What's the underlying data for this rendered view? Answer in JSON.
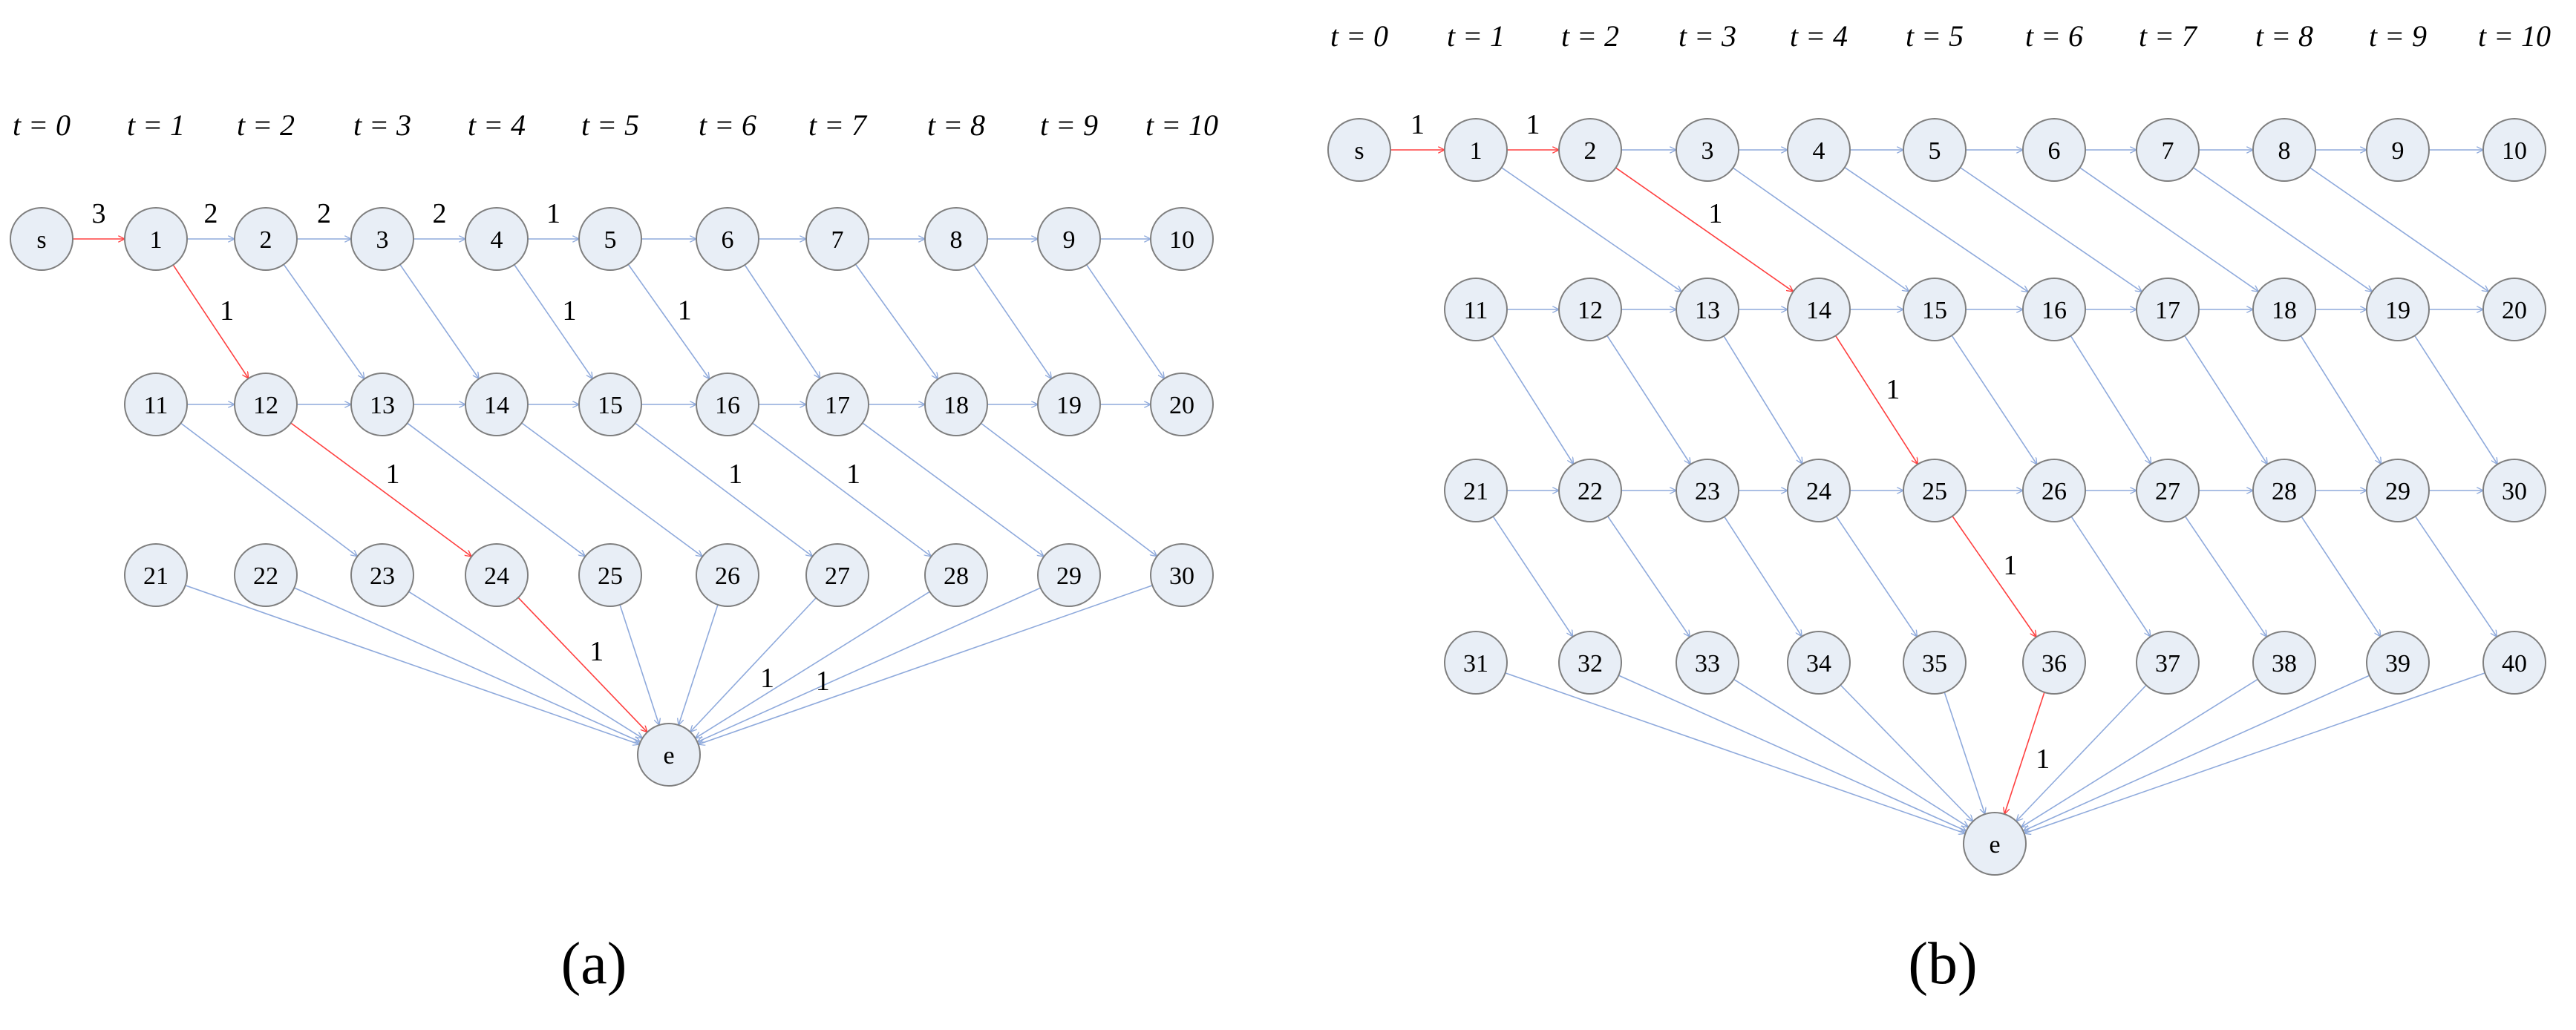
{
  "colors": {
    "edge": "#8faadc",
    "path": "#ff4040",
    "node_fill": "#e8eef6",
    "node_stroke": "#7f7f7f"
  },
  "panels": [
    {
      "label": "(a)",
      "time_labels": [
        "t = 0",
        "t = 1",
        "t = 2",
        "t = 3",
        "t = 4",
        "t = 5",
        "t = 6",
        "t = 7",
        "t = 8",
        "t = 9",
        "t = 10"
      ],
      "rows": [
        [
          "s",
          "1",
          "2",
          "3",
          "4",
          "5",
          "6",
          "7",
          "8",
          "9",
          "10"
        ],
        [
          "",
          "11",
          "12",
          "13",
          "14",
          "15",
          "16",
          "17",
          "18",
          "19",
          "20"
        ],
        [
          "",
          "21",
          "22",
          "23",
          "24",
          "25",
          "26",
          "27",
          "28",
          "29",
          "30"
        ]
      ],
      "end_label": "e",
      "edges": [
        [
          "s",
          "1",
          true,
          "3"
        ],
        [
          "1",
          "2",
          false,
          "2"
        ],
        [
          "2",
          "3",
          false,
          "2"
        ],
        [
          "3",
          "4",
          false,
          "2"
        ],
        [
          "4",
          "5",
          false,
          "1"
        ],
        [
          "5",
          "6",
          false,
          ""
        ],
        [
          "6",
          "7",
          false,
          ""
        ],
        [
          "7",
          "8",
          false,
          ""
        ],
        [
          "8",
          "9",
          false,
          ""
        ],
        [
          "9",
          "10",
          false,
          ""
        ],
        [
          "11",
          "12",
          false,
          ""
        ],
        [
          "12",
          "13",
          false,
          ""
        ],
        [
          "13",
          "14",
          false,
          ""
        ],
        [
          "14",
          "15",
          false,
          ""
        ],
        [
          "15",
          "16",
          false,
          ""
        ],
        [
          "16",
          "17",
          false,
          ""
        ],
        [
          "17",
          "18",
          false,
          ""
        ],
        [
          "18",
          "19",
          false,
          ""
        ],
        [
          "19",
          "20",
          false,
          ""
        ],
        [
          "1",
          "12",
          true,
          "1"
        ],
        [
          "2",
          "13",
          false,
          ""
        ],
        [
          "3",
          "14",
          false,
          ""
        ],
        [
          "4",
          "15",
          false,
          "1"
        ],
        [
          "5",
          "16",
          false,
          "1"
        ],
        [
          "6",
          "17",
          false,
          ""
        ],
        [
          "7",
          "18",
          false,
          ""
        ],
        [
          "8",
          "19",
          false,
          ""
        ],
        [
          "9",
          "20",
          false,
          ""
        ],
        [
          "11",
          "23",
          false,
          ""
        ],
        [
          "12",
          "24",
          true,
          "1"
        ],
        [
          "13",
          "25",
          false,
          ""
        ],
        [
          "14",
          "26",
          false,
          ""
        ],
        [
          "15",
          "27",
          false,
          "1"
        ],
        [
          "16",
          "28",
          false,
          "1"
        ],
        [
          "17",
          "29",
          false,
          ""
        ],
        [
          "18",
          "30",
          false,
          ""
        ],
        [
          "21",
          "e",
          false,
          ""
        ],
        [
          "22",
          "e",
          false,
          ""
        ],
        [
          "23",
          "e",
          false,
          ""
        ],
        [
          "24",
          "e",
          true,
          "1"
        ],
        [
          "25",
          "e",
          false,
          ""
        ],
        [
          "26",
          "e",
          false,
          ""
        ],
        [
          "27",
          "e",
          false,
          "1"
        ],
        [
          "28",
          "e",
          false,
          "1"
        ],
        [
          "29",
          "e",
          false,
          ""
        ],
        [
          "30",
          "e",
          false,
          ""
        ]
      ]
    },
    {
      "label": "(b)",
      "time_labels": [
        "t = 0",
        "t = 1",
        "t = 2",
        "t = 3",
        "t = 4",
        "t = 5",
        "t = 6",
        "t = 7",
        "t = 8",
        "t = 9",
        "t = 10"
      ],
      "rows": [
        [
          "s",
          "1",
          "2",
          "3",
          "4",
          "5",
          "6",
          "7",
          "8",
          "9",
          "10"
        ],
        [
          "",
          "11",
          "12",
          "13",
          "14",
          "15",
          "16",
          "17",
          "18",
          "19",
          "20"
        ],
        [
          "",
          "21",
          "22",
          "23",
          "24",
          "25",
          "26",
          "27",
          "28",
          "29",
          "30"
        ],
        [
          "",
          "31",
          "32",
          "33",
          "34",
          "35",
          "36",
          "37",
          "38",
          "39",
          "40"
        ]
      ],
      "end_label": "e",
      "edges": [
        [
          "s",
          "1",
          true,
          "1"
        ],
        [
          "1",
          "2",
          true,
          "1"
        ],
        [
          "2",
          "3",
          false,
          ""
        ],
        [
          "3",
          "4",
          false,
          ""
        ],
        [
          "4",
          "5",
          false,
          ""
        ],
        [
          "5",
          "6",
          false,
          ""
        ],
        [
          "6",
          "7",
          false,
          ""
        ],
        [
          "7",
          "8",
          false,
          ""
        ],
        [
          "8",
          "9",
          false,
          ""
        ],
        [
          "9",
          "10",
          false,
          ""
        ],
        [
          "11",
          "12",
          false,
          ""
        ],
        [
          "12",
          "13",
          false,
          ""
        ],
        [
          "13",
          "14",
          false,
          ""
        ],
        [
          "14",
          "15",
          false,
          ""
        ],
        [
          "15",
          "16",
          false,
          ""
        ],
        [
          "16",
          "17",
          false,
          ""
        ],
        [
          "17",
          "18",
          false,
          ""
        ],
        [
          "18",
          "19",
          false,
          ""
        ],
        [
          "19",
          "20",
          false,
          ""
        ],
        [
          "21",
          "22",
          false,
          ""
        ],
        [
          "22",
          "23",
          false,
          ""
        ],
        [
          "23",
          "24",
          false,
          ""
        ],
        [
          "24",
          "25",
          false,
          ""
        ],
        [
          "25",
          "26",
          false,
          ""
        ],
        [
          "26",
          "27",
          false,
          ""
        ],
        [
          "27",
          "28",
          false,
          ""
        ],
        [
          "28",
          "29",
          false,
          ""
        ],
        [
          "29",
          "30",
          false,
          ""
        ],
        [
          "1",
          "13",
          false,
          ""
        ],
        [
          "2",
          "14",
          true,
          "1"
        ],
        [
          "3",
          "15",
          false,
          ""
        ],
        [
          "4",
          "16",
          false,
          ""
        ],
        [
          "5",
          "17",
          false,
          ""
        ],
        [
          "6",
          "18",
          false,
          ""
        ],
        [
          "7",
          "19",
          false,
          ""
        ],
        [
          "8",
          "20",
          false,
          ""
        ],
        [
          "11",
          "22",
          false,
          ""
        ],
        [
          "12",
          "23",
          false,
          ""
        ],
        [
          "13",
          "24",
          false,
          ""
        ],
        [
          "14",
          "25",
          true,
          "1"
        ],
        [
          "15",
          "26",
          false,
          ""
        ],
        [
          "16",
          "27",
          false,
          ""
        ],
        [
          "17",
          "28",
          false,
          ""
        ],
        [
          "18",
          "29",
          false,
          ""
        ],
        [
          "19",
          "30",
          false,
          ""
        ],
        [
          "21",
          "32",
          false,
          ""
        ],
        [
          "22",
          "33",
          false,
          ""
        ],
        [
          "23",
          "34",
          false,
          ""
        ],
        [
          "24",
          "35",
          false,
          ""
        ],
        [
          "25",
          "36",
          true,
          "1"
        ],
        [
          "26",
          "37",
          false,
          ""
        ],
        [
          "27",
          "38",
          false,
          ""
        ],
        [
          "28",
          "39",
          false,
          ""
        ],
        [
          "29",
          "40",
          false,
          ""
        ],
        [
          "31",
          "e",
          false,
          ""
        ],
        [
          "32",
          "e",
          false,
          ""
        ],
        [
          "33",
          "e",
          false,
          ""
        ],
        [
          "34",
          "e",
          false,
          ""
        ],
        [
          "35",
          "e",
          false,
          ""
        ],
        [
          "36",
          "e",
          true,
          "1"
        ],
        [
          "37",
          "e",
          false,
          ""
        ],
        [
          "38",
          "e",
          false,
          ""
        ],
        [
          "39",
          "e",
          false,
          ""
        ],
        [
          "40",
          "e",
          false,
          ""
        ]
      ]
    }
  ]
}
